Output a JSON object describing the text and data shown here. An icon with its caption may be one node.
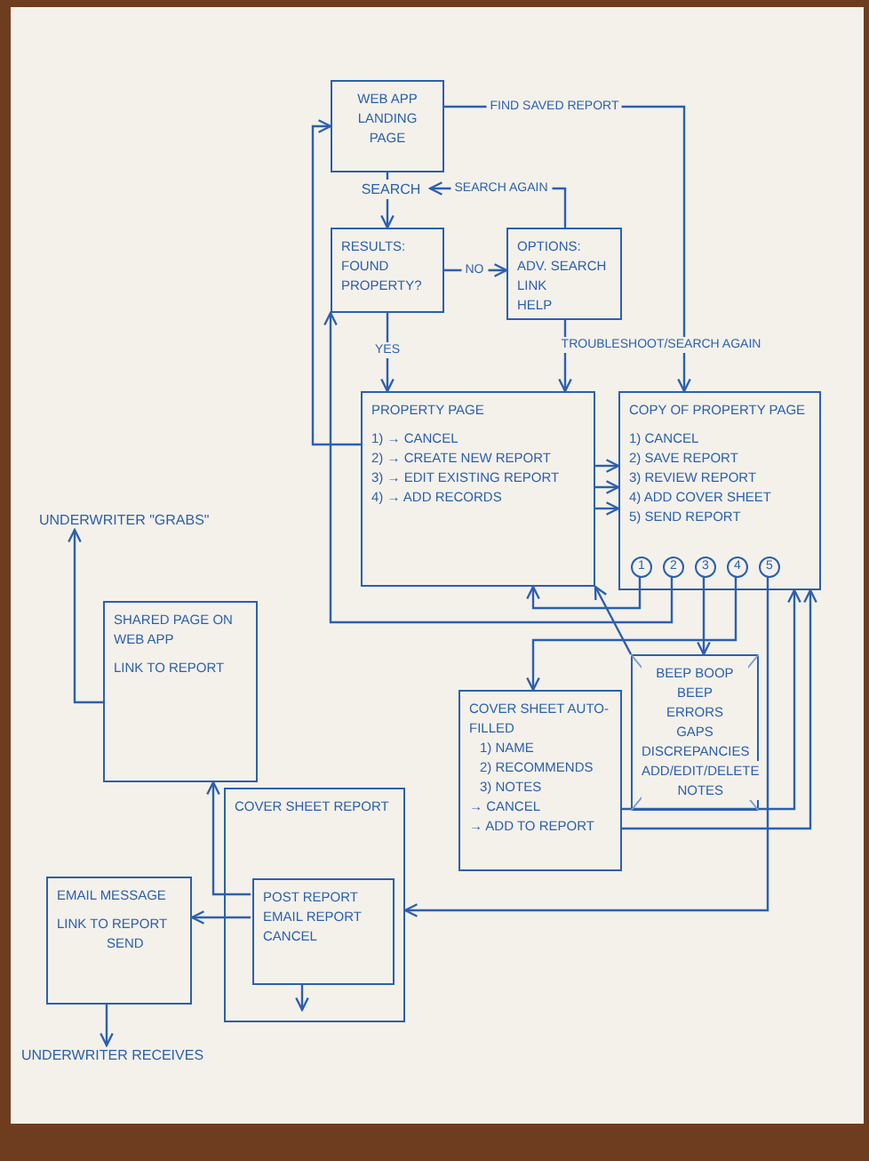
{
  "diagram": {
    "nodes": [
      {
        "text": [
          "WEB APP LANDING PAGE"
        ]
      },
      {
        "text": [
          "SEARCH"
        ]
      },
      {
        "text": [
          "RESULTS:",
          "FOUND PROPERTY?"
        ]
      },
      {
        "text": [
          "OPTIONS:",
          "ADV. SEARCH",
          "LINK",
          "HELP"
        ]
      },
      {
        "text": [
          "PROPERTY PAGE",
          "1) → CANCEL",
          "2) → CREATE NEW REPORT",
          "3) → EDIT EXISTING REPORT",
          "4) → ADD RECORDS"
        ]
      },
      {
        "text": [
          "COPY OF PROPERTY PAGE",
          "1) CANCEL",
          "2) SAVE REPORT",
          "3) REVIEW REPORT",
          "4) ADD COVER SHEET",
          "5) SEND REPORT"
        ]
      },
      {
        "text": [
          "1"
        ],
        "in": 5
      },
      {
        "text": [
          "2"
        ],
        "in": 5
      },
      {
        "text": [
          "3"
        ],
        "in": 5
      },
      {
        "text": [
          "4"
        ],
        "in": 5
      },
      {
        "text": [
          "5"
        ],
        "in": 5
      },
      {
        "text": [
          "COVER SHEET AUTO-FILLED",
          "1) NAME",
          "2) RECOMMENDS",
          "3) NOTES",
          "→ CANCEL",
          "→ ADD TO REPORT"
        ]
      },
      {
        "text": [
          "BEEP BOOP BEEP",
          "ERRORS",
          "GAPS",
          "DISCREPANCIES",
          "ADD/EDIT/DELETE NOTES"
        ]
      },
      {
        "text": [
          "SHARED PAGE ON WEB APP",
          "LINK TO REPORT"
        ]
      },
      {
        "text": [
          "COVER SHEET REPORT"
        ]
      },
      {
        "text": [
          "POST REPORT",
          "EMAIL REPORT",
          "CANCEL"
        ],
        "in": 14
      },
      {
        "text": [
          "EMAIL MESSAGE",
          "LINK TO REPORT",
          "SEND"
        ]
      },
      {
        "text": [
          "UNDERWRITER \"GRABS\""
        ]
      },
      {
        "text": [
          "UNDERWRITER RECEIVES"
        ]
      }
    ],
    "edges": [
      {
        "from": 0,
        "to": 1,
        "arrow": "none"
      },
      {
        "from": 1,
        "to": 2,
        "arrow": "to"
      },
      {
        "from": 2,
        "to": 3,
        "arrow": "to",
        "label": "NO"
      },
      {
        "from": 3,
        "to": 1,
        "arrow": "to",
        "label": "SEARCH AGAIN"
      },
      {
        "from": 2,
        "to": 4,
        "arrow": "to",
        "label": "YES"
      },
      {
        "from": 0,
        "to": 5,
        "arrow": "to",
        "label": "FIND SAVED REPORT"
      },
      {
        "from": 3,
        "to": 4,
        "arrow": "to",
        "label": "TROUBLESHOOT/SEARCH AGAIN"
      },
      {
        "from": 4,
        "to": 5,
        "arrow": "to"
      },
      {
        "from": 4,
        "to": 5,
        "arrow": "to"
      },
      {
        "from": 4,
        "to": 5,
        "arrow": "to"
      },
      {
        "from": 4,
        "to": 0,
        "arrow": "to"
      },
      {
        "from": 6,
        "to": 4,
        "arrow": "to"
      },
      {
        "from": 7,
        "to": 2,
        "arrow": "to"
      },
      {
        "from": 8,
        "to": 12,
        "arrow": "to"
      },
      {
        "from": 9,
        "to": 11,
        "arrow": "to"
      },
      {
        "from": 10,
        "to": 14,
        "arrow": "to"
      },
      {
        "from": 11,
        "to": 5,
        "arrow": "to"
      },
      {
        "from": 11,
        "to": 5,
        "arrow": "to"
      },
      {
        "from": 12,
        "to": 4,
        "arrow": "to"
      },
      {
        "from": 15,
        "to": 13,
        "arrow": "to"
      },
      {
        "from": 15,
        "to": 16,
        "arrow": "to"
      },
      {
        "from": 15,
        "to": null,
        "arrow": "to"
      },
      {
        "from": 13,
        "to": 17,
        "arrow": "to"
      },
      {
        "from": 16,
        "to": 18,
        "arrow": "to"
      }
    ]
  }
}
